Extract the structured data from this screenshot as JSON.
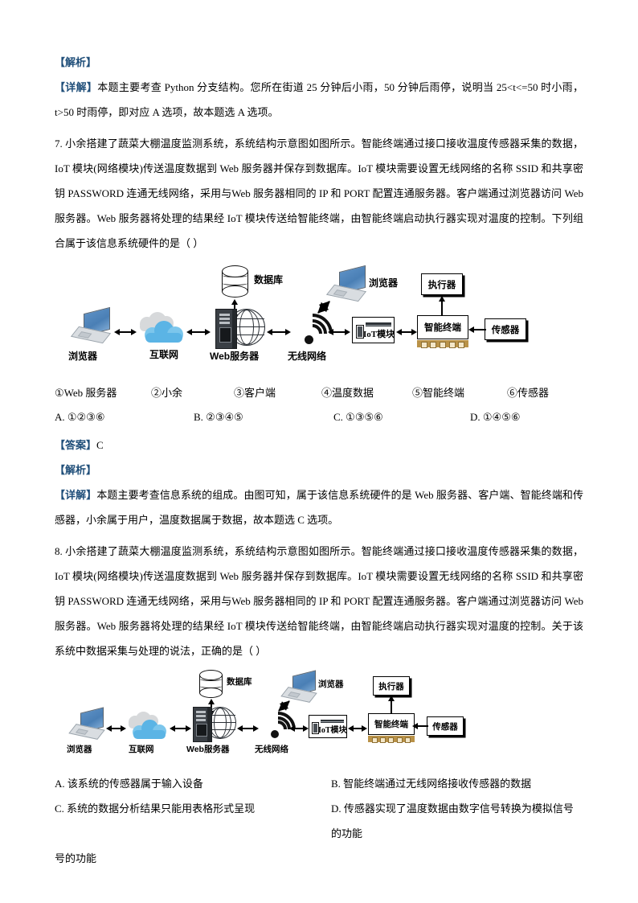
{
  "doc": {
    "explain_marker": "【解析】",
    "detail_marker": "【详解】",
    "answer_marker": "【答案】"
  },
  "block1": {
    "marker": "【解析】",
    "detail_marker": "【详解】",
    "detail_text": "本题主要考查 Python 分支结构。您所在街道 25 分钟后小雨，50 分钟后雨停，说明当 25<t<=50 时小雨，t>50 时雨停，即对应 A 选项，故本题选 A 选项。"
  },
  "question7": {
    "number": "7.",
    "text": "小余搭建了蔬菜大棚温度监测系统，系统结构示意图如图所示。智能终端通过接口接收温度传感器采集的数据，IoT 模块(网络模块)传送温度数据到 Web 服务器并保存到数据库。IoT 模块需要设置无线网络的名称 SSID 和共享密钥 PASSWORD 连通无线网络，采用与Web 服务器相同的 IP 和 PORT 配置连通服务器。客户端通过浏览器访问 Web 服务器。Web 服务器将处理的结果经 IoT 模块传送给智能终端，由智能终端启动执行器实现对温度的控制。下列组合属于该信息系统硬件的是（  ）",
    "items": [
      "①Web 服务器",
      "②小余",
      "③客户端",
      "④温度数据",
      "⑤智能终端",
      "⑥传感器"
    ],
    "choices": [
      "A. ①②③⑥",
      "B. ②③④⑤",
      "C. ①③⑤⑥",
      "D. ①④⑤⑥"
    ],
    "answer_marker": "【答案】",
    "answer": "C",
    "explain_marker": "【解析】",
    "detail_marker": "【详解】",
    "detail_text": "本题主要考查信息系统的组成。由图可知，属于该信息系统硬件的是 Web 服务器、客户端、智能终端和传感器，小余属于用户，温度数据属于数据，故本题选 C 选项。"
  },
  "question8": {
    "number": "8.",
    "text": "小余搭建了蔬菜大棚温度监测系统，系统结构示意图如图所示。智能终端通过接口接收温度传感器采集的数据，IoT 模块(网络模块)传送温度数据到 Web 服务器并保存到数据库。IoT 模块需要设置无线网络的名称 SSID 和共享密钥 PASSWORD 连通无线网络，采用与Web 服务器相同的 IP 和 PORT 配置连通服务器。客户端通过浏览器访问 Web 服务器。Web 服务器将处理的结果经 IoT 模块传送给智能终端，由智能终端启动执行器实现对温度的控制。关于该系统中数据采集与处理的说法，正确的是（  ）",
    "choices": [
      "A. 该系统的传感器属于输入设备",
      "B. 智能终端通过无线网络接收传感器的数据",
      "C. 系统的数据分析结果只能用表格形式呈现",
      "D. 传感器实现了温度数据由数字信号转换为模拟信号的功能"
    ],
    "choice_c_wrap": "号的功能"
  },
  "diagram": {
    "labels": {
      "browser_left": "浏览器",
      "internet": "互联网",
      "web_server": "Web服务器",
      "wireless": "无线网络",
      "database": "数据库",
      "browser_right": "浏览器",
      "iot_module": "IoT模块",
      "smart_terminal": "智能终端",
      "actuator": "执行器",
      "sensor": "传感器"
    },
    "colors": {
      "laptop_screen": "#4a7fb5",
      "laptop_body": "#d9dde1",
      "cloud_front": "#5bb4e5",
      "cloud_back": "#d7d9db",
      "tower": "#3a3f45",
      "pins_gold": "#b99248",
      "outline": "#000000"
    },
    "icons": [
      "laptop-icon",
      "cloud-icon",
      "server-tower-icon",
      "globe-icon",
      "wifi-icon",
      "database-cylinder-icon",
      "iot-module-icon",
      "smart-terminal-icon",
      "actuator-box-icon",
      "sensor-box-icon"
    ]
  },
  "theme": {
    "marker_color": "#1f4e79",
    "text_color": "#000000",
    "page_bg": "#ffffff"
  }
}
